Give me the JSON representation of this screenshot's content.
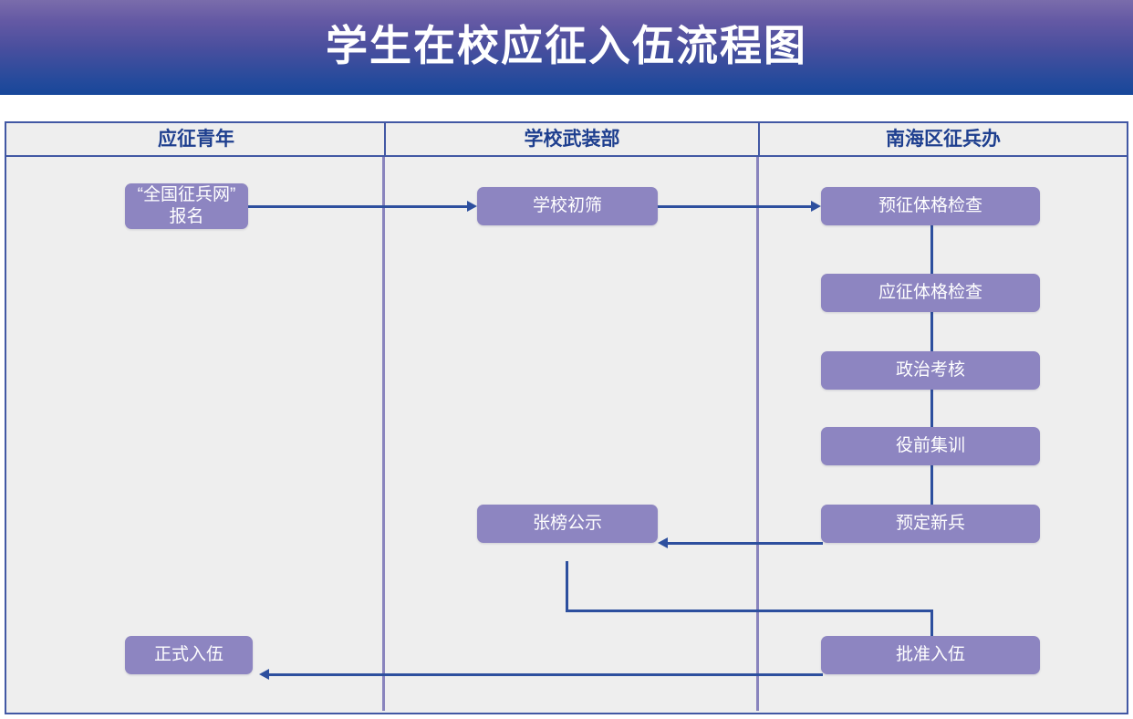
{
  "banner": {
    "title": "学生在校应征入伍流程图",
    "gradient_from": "#7a6cab",
    "gradient_to": "#17479a",
    "text_color": "#ffffff"
  },
  "board": {
    "background": "#eeeeee",
    "frame_color": "#4258a4",
    "lane_divider_color": "#8984bd"
  },
  "columns": [
    {
      "id": "applicant",
      "label": "应征青年"
    },
    {
      "id": "school-armed-dept",
      "label": "学校武装部"
    },
    {
      "id": "nanhai-recruit-office",
      "label": "南海区征兵办"
    }
  ],
  "nodes": [
    {
      "id": "register",
      "label": "“全国征兵网”\n报名",
      "column": "applicant"
    },
    {
      "id": "school-screen",
      "label": "学校初筛",
      "column": "school-armed-dept"
    },
    {
      "id": "pre-physical",
      "label": "预征体格检查",
      "column": "nanhai-recruit-office"
    },
    {
      "id": "enlist-physical",
      "label": "应征体格检查",
      "column": "nanhai-recruit-office"
    },
    {
      "id": "political-check",
      "label": "政治考核",
      "column": "nanhai-recruit-office"
    },
    {
      "id": "pre-service",
      "label": "役前集训",
      "column": "nanhai-recruit-office"
    },
    {
      "id": "planned-recruit",
      "label": "预定新兵",
      "column": "nanhai-recruit-office"
    },
    {
      "id": "public-notice",
      "label": "张榜公示",
      "column": "school-armed-dept"
    },
    {
      "id": "approve-enlist",
      "label": "批准入伍",
      "column": "nanhai-recruit-office"
    },
    {
      "id": "formal-enlist",
      "label": "正式入伍",
      "column": "applicant"
    }
  ],
  "edges": [
    {
      "from": "register",
      "to": "school-screen"
    },
    {
      "from": "school-screen",
      "to": "pre-physical"
    },
    {
      "from": "pre-physical",
      "to": "enlist-physical"
    },
    {
      "from": "enlist-physical",
      "to": "political-check"
    },
    {
      "from": "political-check",
      "to": "pre-service"
    },
    {
      "from": "pre-service",
      "to": "planned-recruit"
    },
    {
      "from": "planned-recruit",
      "to": "public-notice"
    },
    {
      "from": "public-notice",
      "to": "approve-enlist"
    },
    {
      "from": "approve-enlist",
      "to": "formal-enlist"
    }
  ],
  "style": {
    "node_fill": "#8d85c1",
    "node_text": "#ffffff",
    "connector_color": "#2d4f9e",
    "header_text_color": "#1e3f8f"
  }
}
